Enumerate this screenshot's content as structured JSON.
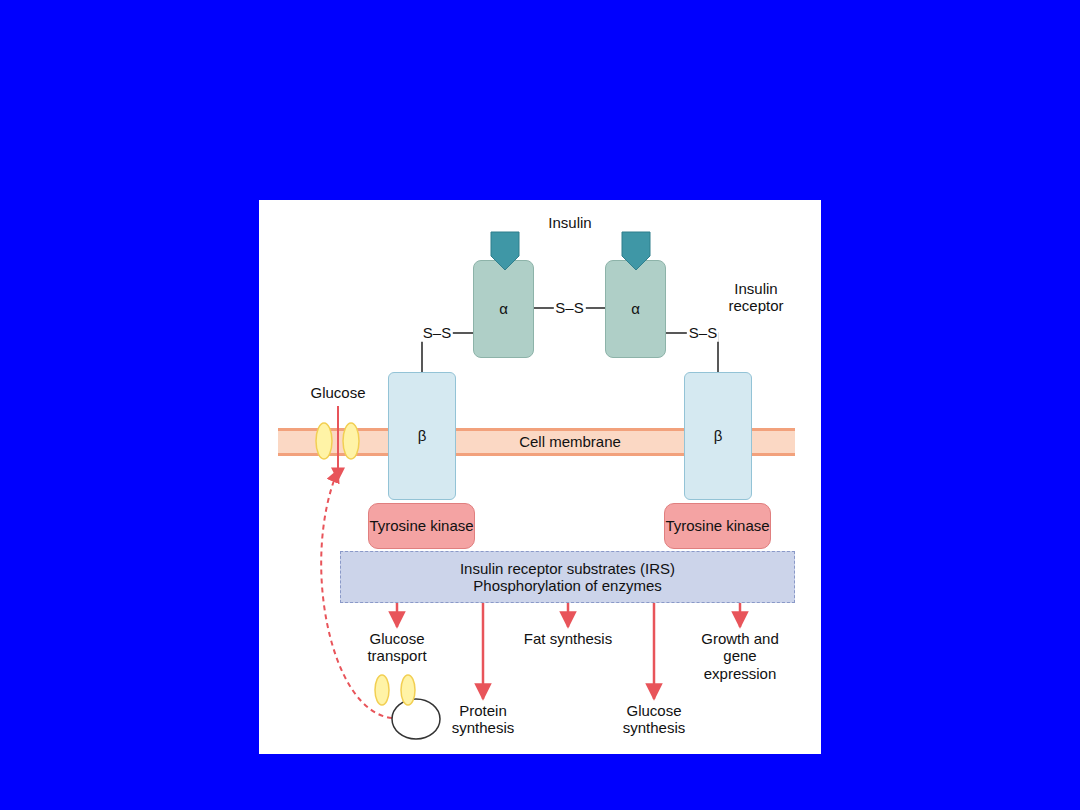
{
  "diagram": {
    "nodes": [
      {
        "text": [
          "α"
        ]
      },
      {
        "text": [
          "α"
        ]
      },
      {
        "text": [
          "β"
        ]
      },
      {
        "text": [
          "β"
        ]
      },
      {
        "text": [
          "Cell membrane"
        ]
      },
      {
        "text": [
          "Tyrosine kinase"
        ]
      },
      {
        "text": [
          "Tyrosine kinase"
        ]
      },
      {
        "text": [
          "Insulin receptor substrates (IRS)",
          "Phosphorylation of enzymes"
        ]
      },
      {
        "text": [
          "Glucose transport"
        ]
      },
      {
        "text": [
          "Fat synthesis"
        ]
      },
      {
        "text": [
          "Growth and gene expression"
        ]
      },
      {
        "text": [
          "Protein synthesis"
        ]
      },
      {
        "text": [
          "Glucose synthesis"
        ]
      }
    ],
    "edges": [
      {
        "from": 0,
        "to": 2,
        "label": "S–S",
        "arrow": "none"
      },
      {
        "from": 0,
        "to": 1,
        "label": "S–S",
        "arrow": "none"
      },
      {
        "from": 1,
        "to": 3,
        "label": "S–S",
        "arrow": "none"
      },
      {
        "from": 7,
        "to": 8,
        "arrow": "to"
      },
      {
        "from": 7,
        "to": 11,
        "arrow": "to"
      },
      {
        "from": 7,
        "to": 9,
        "arrow": "to"
      },
      {
        "from": 7,
        "to": 12,
        "arrow": "to"
      },
      {
        "from": 7,
        "to": 10,
        "arrow": "to"
      }
    ],
    "labels": [
      "Insulin",
      "Insulin receptor",
      "Glucose"
    ]
  }
}
